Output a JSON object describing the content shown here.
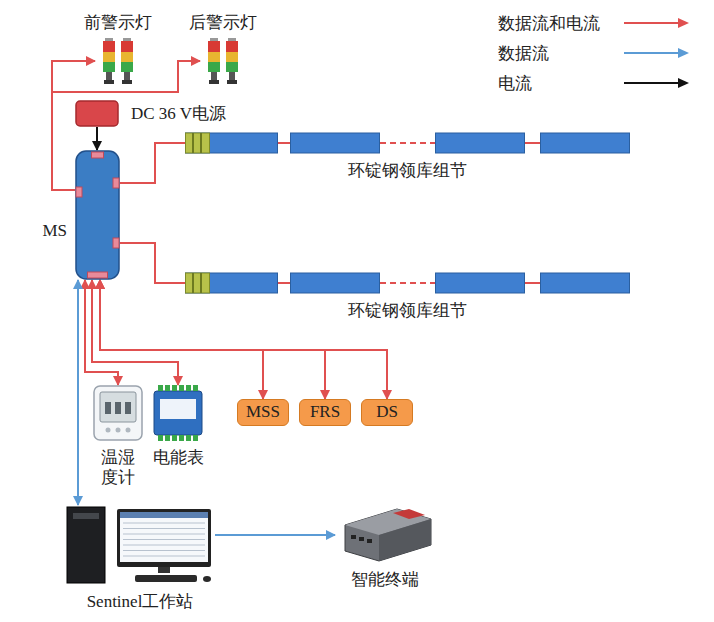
{
  "diagram": {
    "nodes": [
      {
        "text": [
          "前警示灯"
        ]
      },
      {
        "text": [
          "后警示灯"
        ]
      },
      {
        "text": [
          "DC 36 V电源"
        ]
      },
      {
        "text": [
          "MS"
        ]
      },
      {
        "text": [
          "环锭钢领库组节"
        ]
      },
      {
        "text": [
          "环锭钢领库组节"
        ]
      },
      {
        "text": [
          "温湿 度计"
        ]
      },
      {
        "text": [
          "电能表"
        ]
      },
      {
        "text": [
          "MSS"
        ]
      },
      {
        "text": [
          "FRS"
        ]
      },
      {
        "text": [
          "DS"
        ]
      },
      {
        "text": [
          "Sentinel工作站"
        ]
      },
      {
        "text": [
          "智能终端"
        ]
      }
    ],
    "edges": [
      {
        "from": 3,
        "to": 0,
        "arrow": "to"
      },
      {
        "from": 3,
        "to": 1,
        "arrow": "to"
      },
      {
        "from": 2,
        "to": 3,
        "arrow": "to"
      },
      {
        "from": 3,
        "to": 4,
        "arrow": "none"
      },
      {
        "from": 3,
        "to": 5,
        "arrow": "none"
      },
      {
        "from": 3,
        "to": 6,
        "arrow": "both"
      },
      {
        "from": 3,
        "to": 7,
        "arrow": "both"
      },
      {
        "from": 3,
        "to": 8,
        "arrow": "both"
      },
      {
        "from": 3,
        "to": 9,
        "arrow": "both"
      },
      {
        "from": 3,
        "to": 10,
        "arrow": "both"
      },
      {
        "from": 11,
        "to": 3,
        "arrow": "both"
      },
      {
        "from": 11,
        "to": 12,
        "arrow": "to"
      }
    ],
    "legend": [
      {
        "text": "数据流和电流"
      },
      {
        "text": "数据流"
      },
      {
        "text": "电流"
      }
    ]
  }
}
